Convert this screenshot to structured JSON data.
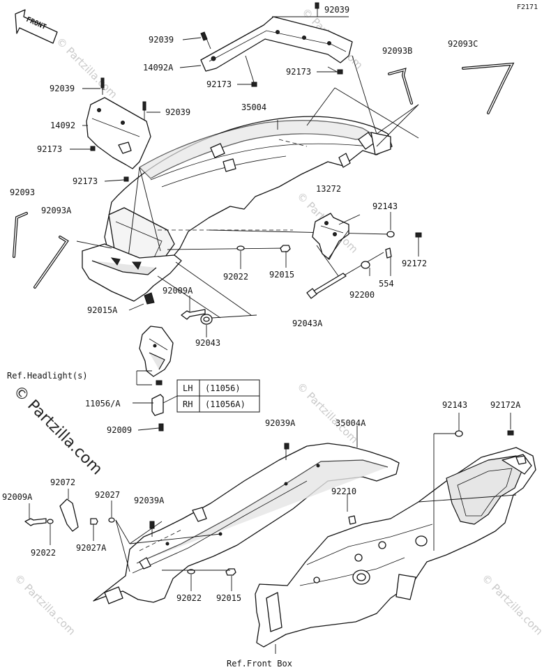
{
  "figure_code": "F2171",
  "front_arrow": "FRONT",
  "watermark": {
    "small": "© Partzilla.com",
    "big": "© Partzilla.com"
  },
  "labels": {
    "p92039_top": "92039",
    "p92039_a": "92039",
    "p14092A": "14092A",
    "p92173_a": "92173",
    "p92173_b": "92173",
    "p92093B": "92093B",
    "p92093C": "92093C",
    "p92039_b": "92039",
    "p92039_c": "92039",
    "p35004": "35004",
    "p14092": "14092",
    "p92173_c": "92173",
    "p92173_d": "92173",
    "p13272": "13272",
    "p92093": "92093",
    "p92093A": "92093A",
    "p92143_a": "92143",
    "p92172": "92172",
    "p92022_a": "92022",
    "p92015_a": "92015",
    "p554": "554",
    "p92200": "92200",
    "p92015A": "92015A",
    "p92009A_a": "92009A",
    "p92043": "92043",
    "p92043A": "92043A",
    "ref_headlight": "Ref.Headlight(s)",
    "p11056A": "11056/A",
    "p92009": "92009",
    "p92143_b": "92143",
    "p92172A": "92172A",
    "p92039A_a": "92039A",
    "p35004A": "35004A",
    "p92072": "92072",
    "p92009A_b": "92009A",
    "p92027": "92027",
    "p92039A_b": "92039A",
    "p92210": "92210",
    "p92022_b": "92022",
    "p92027A": "92027A",
    "p92022_c": "92022",
    "p92015_b": "92015",
    "ref_frontbox": "Ref.Front Box"
  },
  "table": {
    "rows": [
      {
        "side": "LH",
        "part": "(11056)"
      },
      {
        "side": "RH",
        "part": "(11056A)"
      }
    ]
  }
}
